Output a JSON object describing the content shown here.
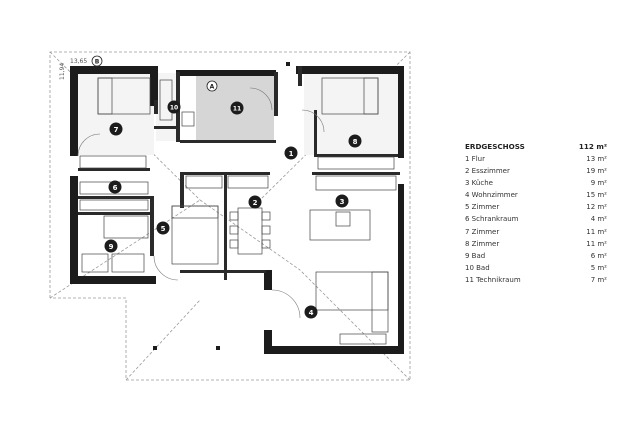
{
  "plan": {
    "dim_top": "13,65",
    "dim_side": "11,94",
    "axis_a": "A",
    "axis_b": "B",
    "room_numbers": [
      "1",
      "2",
      "3",
      "4",
      "5",
      "6",
      "7",
      "8",
      "9",
      "10",
      "11"
    ]
  },
  "legend": {
    "title": "ERDGESCHOSS",
    "total": "112 m²",
    "rooms": [
      {
        "name": "1 Flur",
        "area": "13 m²"
      },
      {
        "name": "2 Esszimmer",
        "area": "19 m²"
      },
      {
        "name": "3 Küche",
        "area": "9 m²"
      },
      {
        "name": "4 Wohnzimmer",
        "area": "15 m²"
      },
      {
        "name": "5 Zimmer",
        "area": "12 m²"
      },
      {
        "name": "6 Schrankraum",
        "area": "4 m²"
      },
      {
        "name": "7 Zimmer",
        "area": "11 m²"
      },
      {
        "name": "8 Zimmer",
        "area": "11 m²"
      },
      {
        "name": "9 Bad",
        "area": "6 m²"
      },
      {
        "name": "10 Bad",
        "area": "5 m²"
      },
      {
        "name": "11 Technikraum",
        "area": "7 m²"
      }
    ]
  }
}
